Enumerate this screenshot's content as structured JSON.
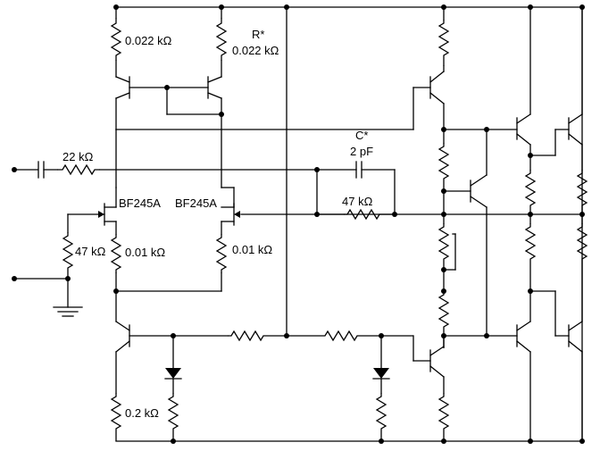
{
  "diagram": {
    "labels": {
      "r_top_left": "0.022 kΩ",
      "r_star_mark": "R*",
      "r_top_mid": "0.022 kΩ",
      "c_star_mark": "C*",
      "c_value": "2 pF",
      "r_input": "22 kΩ",
      "r_feedback": "47 kΩ",
      "jfet_left": "BF245A",
      "jfet_right": "BF245A",
      "r_bias": "47 kΩ",
      "r_src_left": "0.01 kΩ",
      "r_src_right": "0.01 kΩ",
      "r_bottom_left": "0.2 kΩ"
    }
  }
}
